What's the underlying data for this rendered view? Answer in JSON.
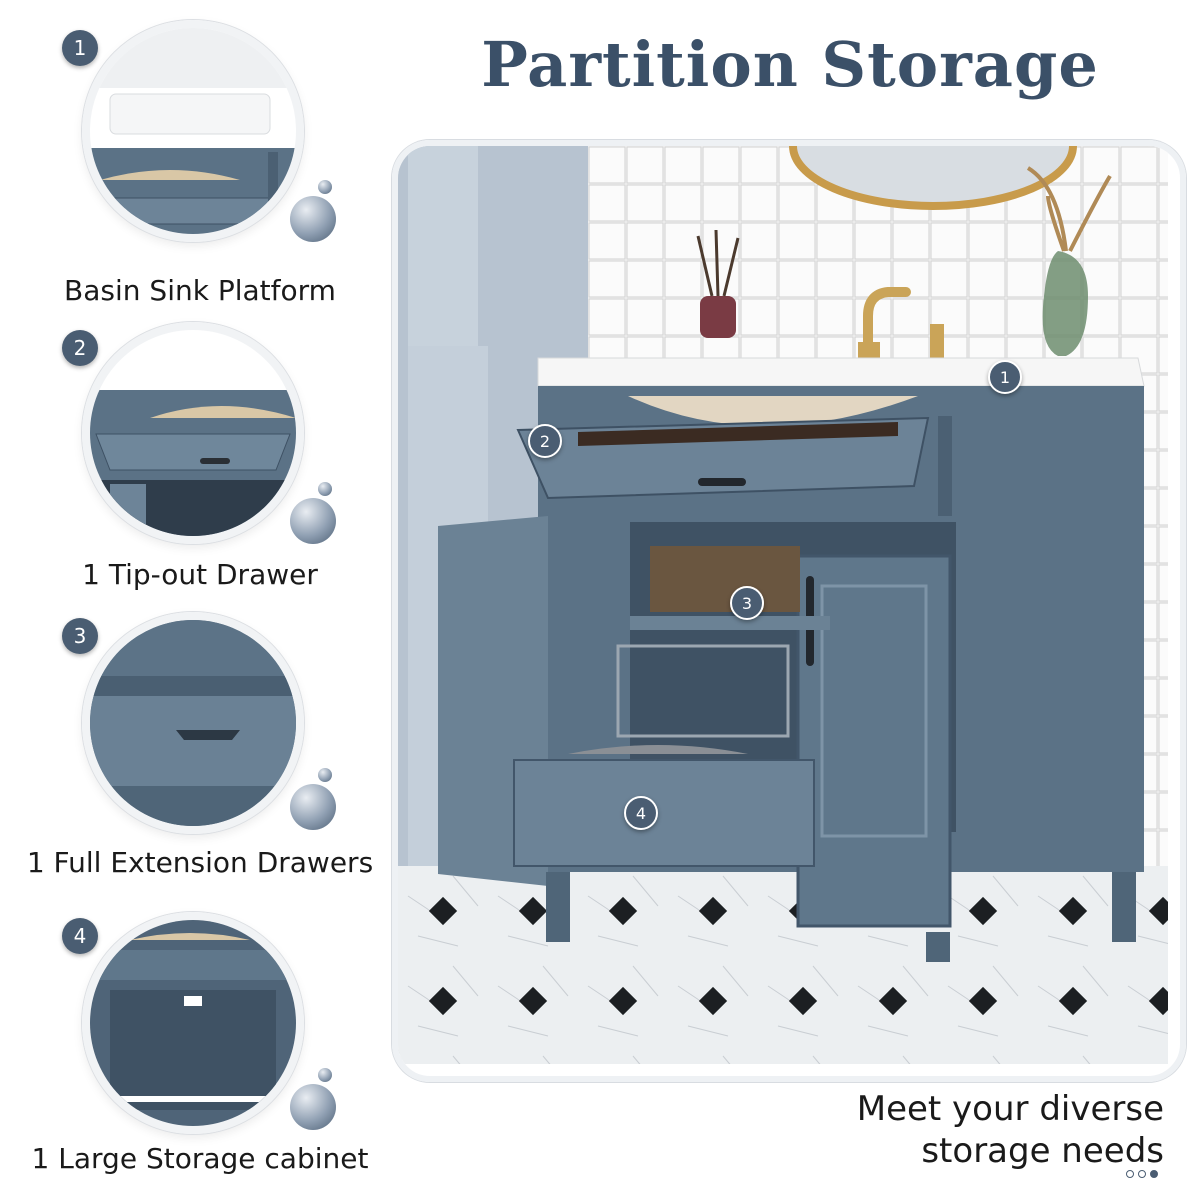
{
  "header": {
    "title": "Partition Storage"
  },
  "features": [
    {
      "number": "1",
      "label": "Basin Sink Platform",
      "icon": "sink-platform-closeup"
    },
    {
      "number": "2",
      "label": "1 Tip-out Drawer",
      "icon": "tip-out-drawer-closeup"
    },
    {
      "number": "3",
      "label": "1 Full Extension Drawers",
      "icon": "extension-drawer-closeup"
    },
    {
      "number": "4",
      "label": "1 Large Storage cabinet",
      "icon": "storage-cabinet-closeup"
    }
  ],
  "photo_markers": [
    "1",
    "2",
    "3",
    "4"
  ],
  "tagline": {
    "line1": "Meet your diverse",
    "line2": "storage needs"
  },
  "carousel": {
    "total": 3,
    "active_index": 2
  },
  "colors": {
    "accent": "#3b5068",
    "badge": "#4a5d72",
    "cabinet": "#5b7286",
    "floor_tile": "#1c1f22"
  }
}
